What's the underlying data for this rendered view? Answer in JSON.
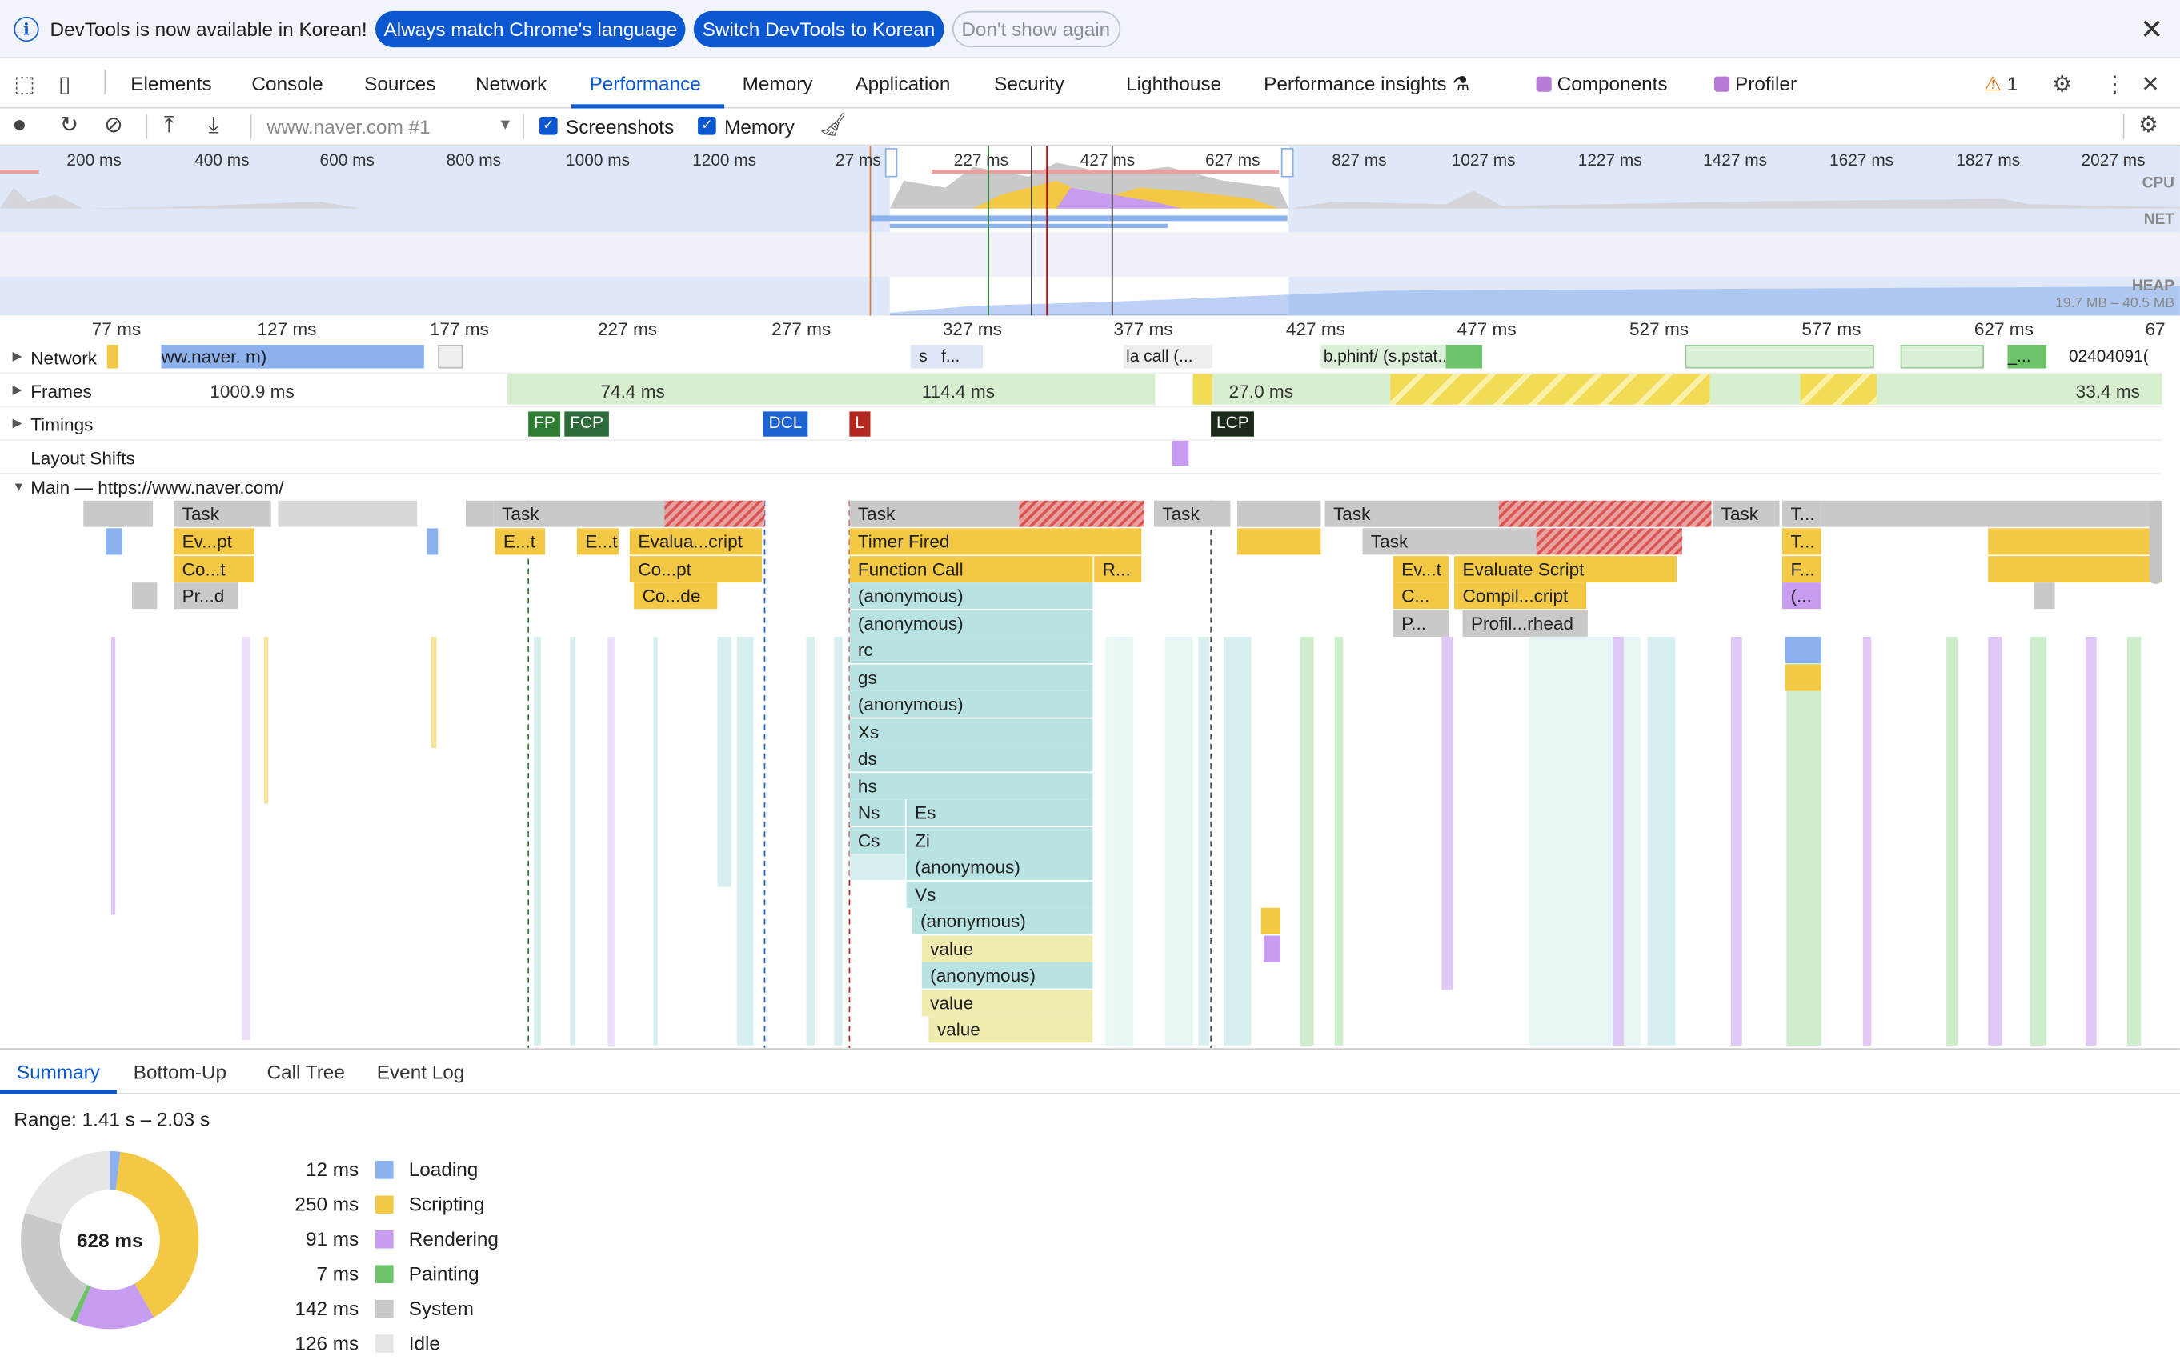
{
  "infobar": {
    "message": "DevTools is now available in Korean!",
    "btn_match": "Always match Chrome's language",
    "btn_switch": "Switch DevTools to Korean",
    "btn_dont_show": "Don't show again",
    "icon": "info-icon",
    "close_icon": "close-icon"
  },
  "tabs": [
    "Elements",
    "Console",
    "Sources",
    "Network",
    "Performance",
    "Memory",
    "Application",
    "Security",
    "Lighthouse",
    "Performance insights",
    "Components",
    "Profiler"
  ],
  "active_tab": "Performance",
  "issues": {
    "count": "1",
    "icon": "warning-icon"
  },
  "toolbar": {
    "profile": "www.naver.com #1",
    "screenshots_label": "Screenshots",
    "screenshots_checked": true,
    "memory_label": "Memory",
    "memory_checked": true
  },
  "overview": {
    "ticks": [
      "200 ms",
      "400 ms",
      "600 ms",
      "800 ms",
      "1000 ms",
      "1200 ms",
      "27 ms",
      "227 ms",
      "427 ms",
      "627 ms",
      "827 ms",
      "1027 ms",
      "1227 ms",
      "1427 ms",
      "1627 ms",
      "1827 ms",
      "2027 ms"
    ],
    "labels": {
      "cpu": "CPU",
      "net": "NET",
      "heap": "HEAP"
    },
    "heap_range": "19.7 MB – 40.5 MB"
  },
  "ruler": [
    "77 ms",
    "127 ms",
    "177 ms",
    "227 ms",
    "277 ms",
    "327 ms",
    "377 ms",
    "427 ms",
    "477 ms",
    "527 ms",
    "577 ms",
    "627 ms",
    "67"
  ],
  "tracks": {
    "network": {
      "label": "Network",
      "items": [
        "ww.naver.",
        "m)",
        "s",
        "f...",
        "la",
        "call (...",
        "b.phinf/ (s.pstat...",
        "_...",
        "02404091("
      ]
    },
    "frames": {
      "label": "Frames",
      "values": [
        "1000.9 ms",
        "74.4 ms",
        "114.4 ms",
        "27.0 ms",
        "33.4 ms"
      ]
    },
    "timings": {
      "label": "Timings",
      "markers": [
        "FP",
        "FCP",
        "DCL",
        "L",
        "LCP"
      ]
    },
    "layout_shifts": {
      "label": "Layout Shifts"
    },
    "main": {
      "label": "Main — https://www.naver.com/"
    }
  },
  "flame": {
    "row0": [
      "Task",
      "Task",
      "Task",
      "Task",
      "Task",
      "Task",
      "T..."
    ],
    "row1": [
      "Ev...pt",
      "E...t",
      "E...t",
      "Evalua...cript",
      "Timer Fired",
      "Task",
      "T..."
    ],
    "row2": [
      "Co...t",
      "Co...pt",
      "Function Call",
      "R...",
      "Ev...t",
      "Evaluate Script",
      "F..."
    ],
    "row3": [
      "Pr...d",
      "Co...de",
      "(anonymous)",
      "C...",
      "Compil...cript",
      "(..."
    ],
    "row4": [
      "(anonymous)",
      "P...",
      "Profil...rhead"
    ],
    "stack": [
      "rc",
      "gs",
      "(anonymous)",
      "Xs",
      "ds",
      "hs"
    ],
    "ns_pair": [
      "Ns",
      "Es"
    ],
    "cs_pair": [
      "Cs",
      "Zi"
    ],
    "deep": [
      "(anonymous)",
      "Vs",
      "(anonymous)",
      "value",
      "(anonymous)",
      "value",
      "value"
    ]
  },
  "bottom_tabs": [
    "Summary",
    "Bottom-Up",
    "Call Tree",
    "Event Log"
  ],
  "summary": {
    "range": "Range: 1.41 s – 2.03 s",
    "total": "628 ms",
    "legend": [
      {
        "value": "12 ms",
        "name": "Loading",
        "color": "#8cb1ef"
      },
      {
        "value": "250 ms",
        "name": "Scripting",
        "color": "#f3c845"
      },
      {
        "value": "91 ms",
        "name": "Rendering",
        "color": "#c89cf0"
      },
      {
        "value": "7 ms",
        "name": "Painting",
        "color": "#6cc36a"
      },
      {
        "value": "142 ms",
        "name": "System",
        "color": "#c9c9c9"
      },
      {
        "value": "126 ms",
        "name": "Idle",
        "color": "#e6e6e6"
      }
    ]
  }
}
